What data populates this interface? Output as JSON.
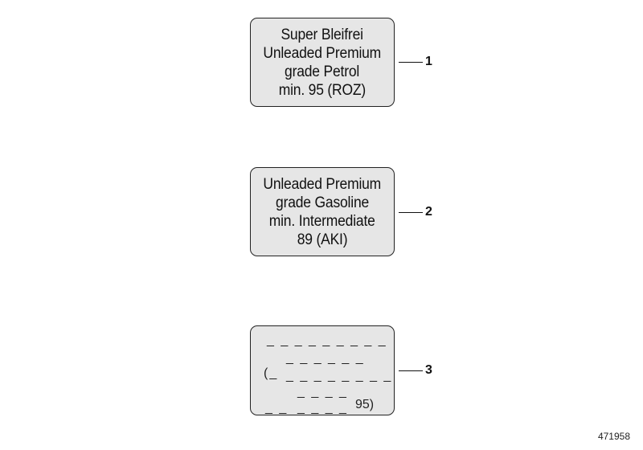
{
  "labels": [
    {
      "callout": "1",
      "lines": [
        "Super Bleifrei",
        "Unleaded Premium",
        "grade Petrol",
        "min. 95 (ROZ)"
      ]
    },
    {
      "callout": "2",
      "lines": [
        "Unleaded Premium",
        "grade Gasoline",
        "min. Intermediate",
        "89 (AKI)"
      ]
    },
    {
      "callout": "3",
      "glyph_lines": [
        "_ _ _ _ _ _ _ _ _",
        "_ _ _ _ _ _",
        "(_",
        "_ _ _ _ _ _ _ _",
        "_ _ _ _",
        "_ _",
        "_ _ _ _",
        "95)"
      ]
    }
  ],
  "drawing_id": "471958"
}
